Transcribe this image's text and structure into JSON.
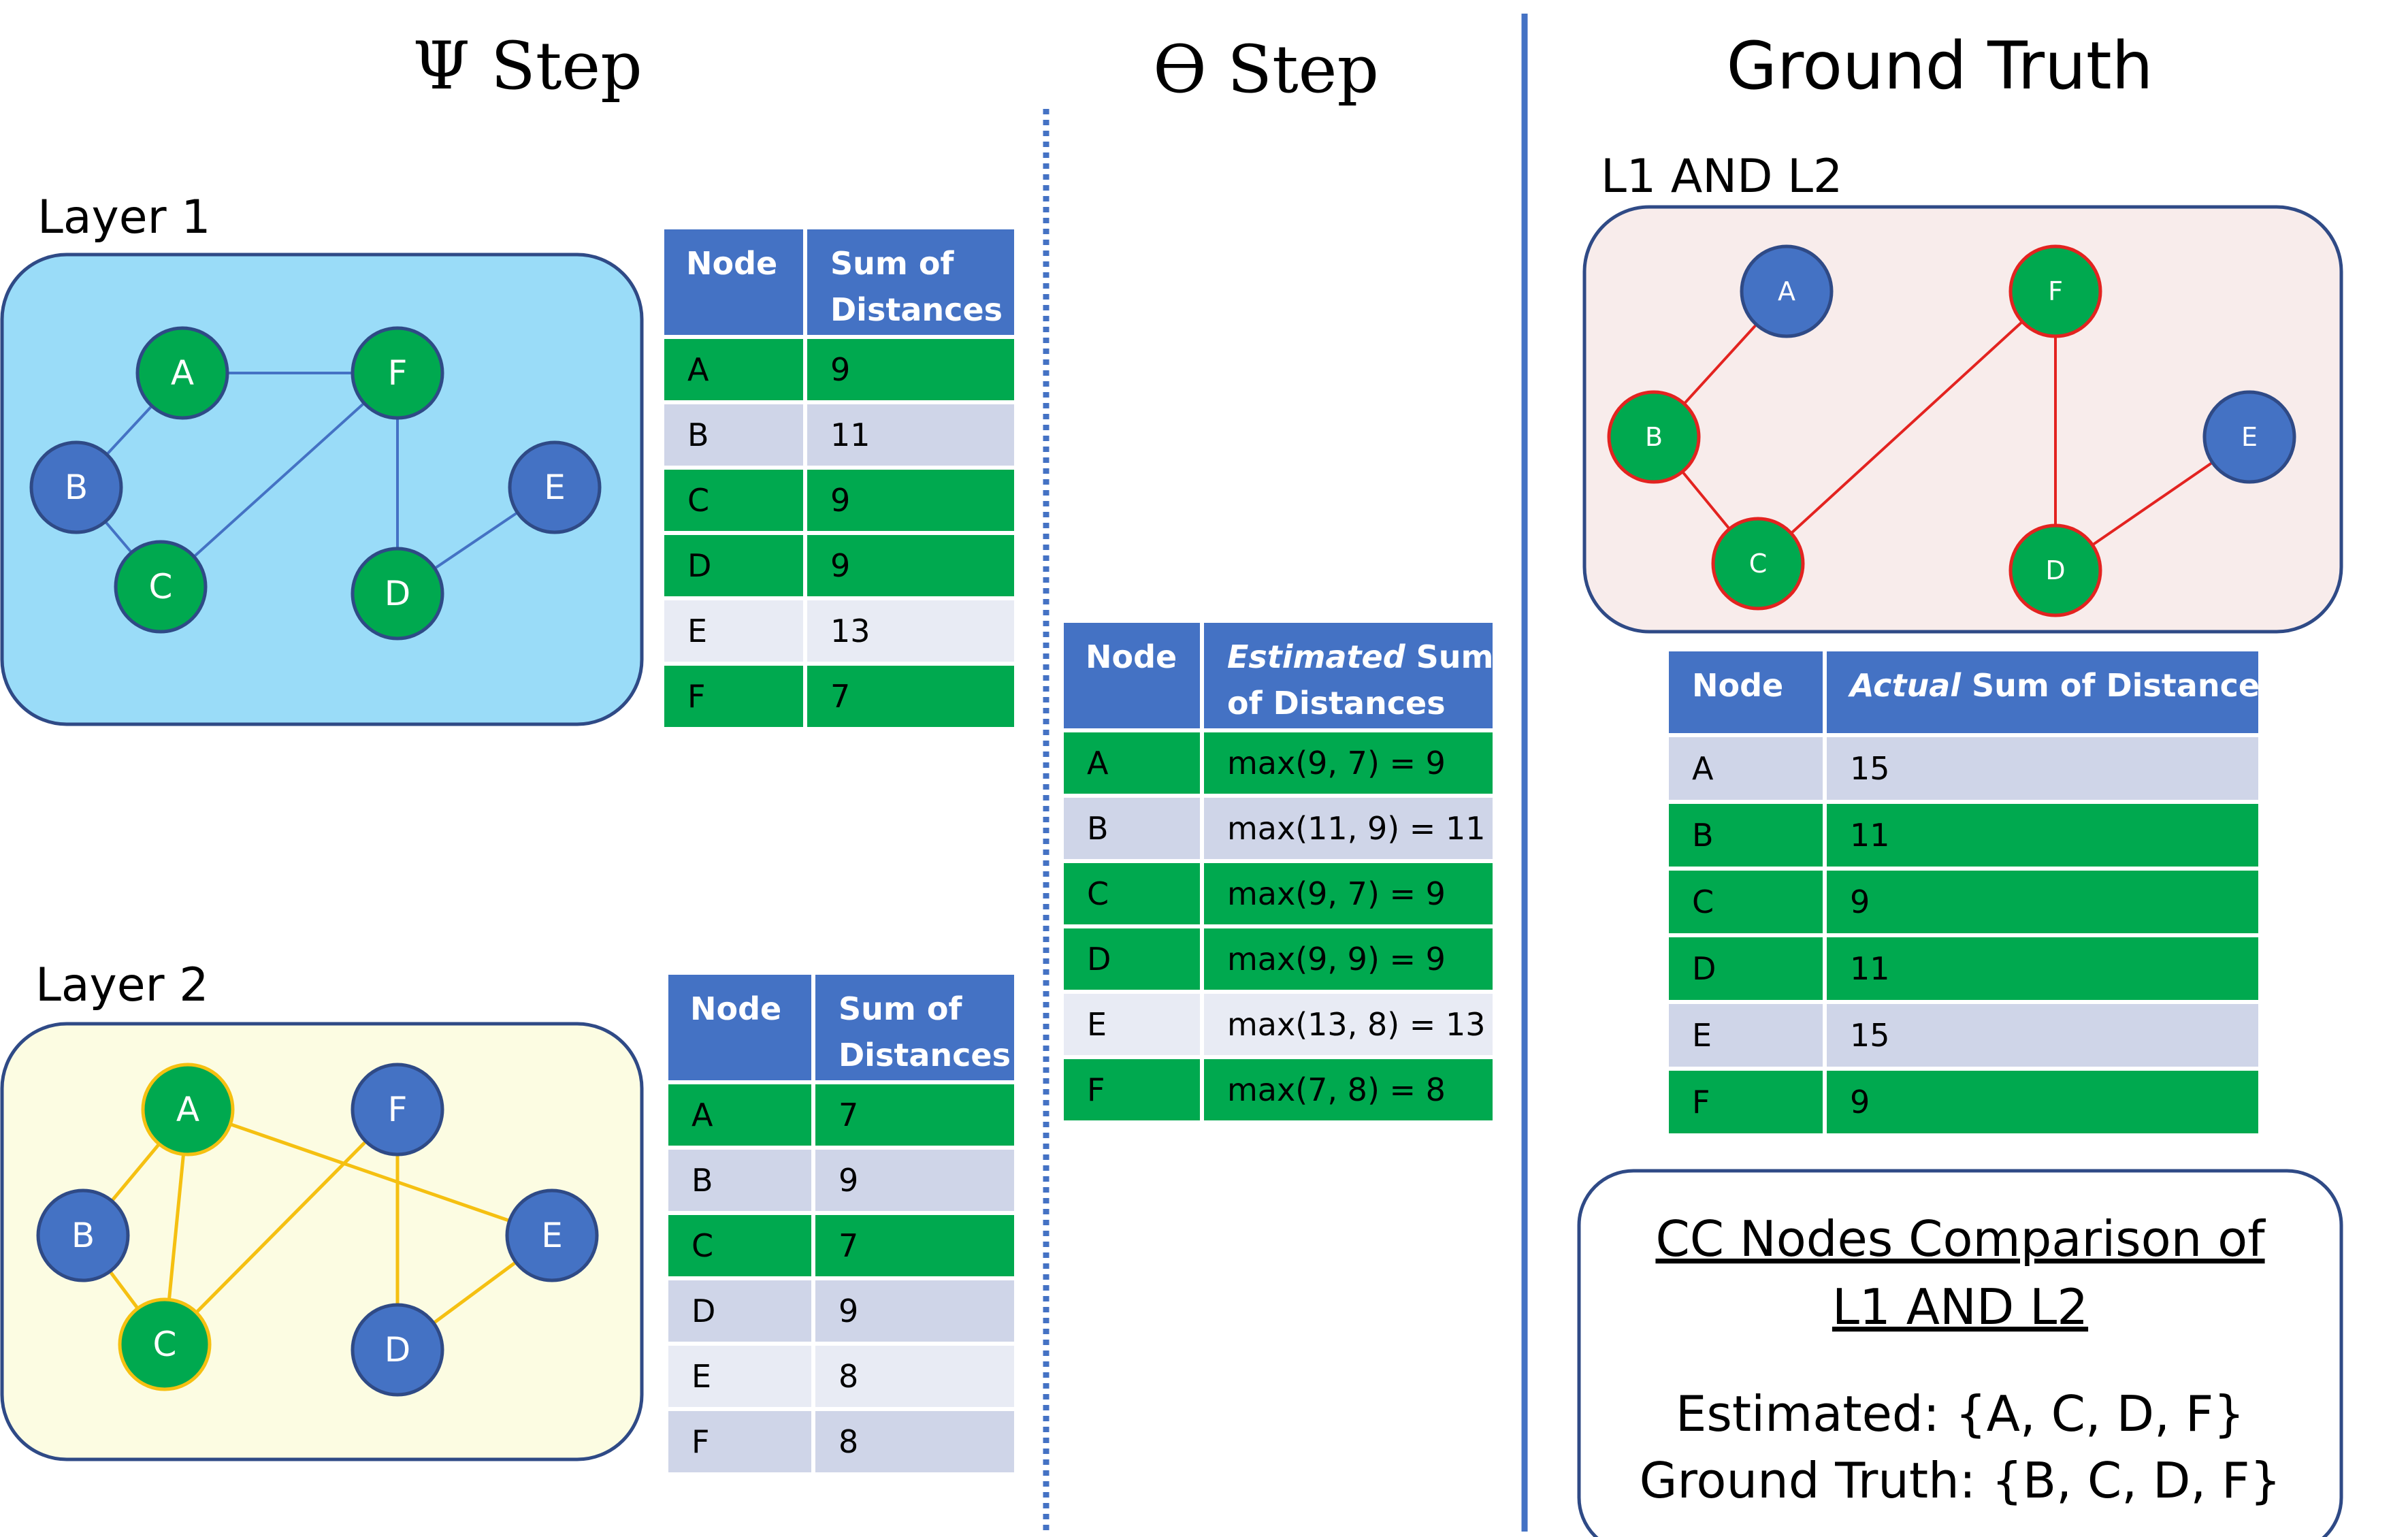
{
  "headings": {
    "psi": "Ψ Step",
    "theta": "ϴ Step",
    "ground_truth": "Ground Truth"
  },
  "colors": {
    "node_blue": "#4472c4",
    "node_green": "#00a94f",
    "layer1_fill": "#9adcf8",
    "layer2_fill": "#fcfce2",
    "gt_fill": "#f8eceb",
    "layer1_edge": "#4472c4",
    "layer2_edge": "#f5c011",
    "gt_edge": "#e32320",
    "table_header": "#4472c4",
    "row_light": "#e8ebf4",
    "row_mid": "#cfd5e8"
  },
  "layer1": {
    "label": "Layer 1",
    "nodes": [
      {
        "id": "A",
        "green": true
      },
      {
        "id": "F",
        "green": true
      },
      {
        "id": "B",
        "green": false
      },
      {
        "id": "E",
        "green": false
      },
      {
        "id": "C",
        "green": true
      },
      {
        "id": "D",
        "green": true
      }
    ],
    "edges": [
      [
        "A",
        "F"
      ],
      [
        "A",
        "B"
      ],
      [
        "B",
        "C"
      ],
      [
        "C",
        "F"
      ],
      [
        "F",
        "D"
      ],
      [
        "D",
        "E"
      ]
    ],
    "table": {
      "headers": [
        "Node",
        "Sum of",
        "Distances"
      ],
      "rows": [
        {
          "node": "A",
          "value": "9",
          "highlight": true
        },
        {
          "node": "B",
          "value": "11",
          "highlight": false
        },
        {
          "node": "C",
          "value": "9",
          "highlight": true
        },
        {
          "node": "D",
          "value": "9",
          "highlight": true
        },
        {
          "node": "E",
          "value": "13",
          "highlight": false
        },
        {
          "node": "F",
          "value": "7",
          "highlight": true
        }
      ]
    }
  },
  "layer2": {
    "label": "Layer 2",
    "nodes": [
      {
        "id": "A",
        "green": true
      },
      {
        "id": "F",
        "green": false
      },
      {
        "id": "B",
        "green": false
      },
      {
        "id": "E",
        "green": false
      },
      {
        "id": "C",
        "green": true
      },
      {
        "id": "D",
        "green": false
      }
    ],
    "edges": [
      [
        "A",
        "B"
      ],
      [
        "A",
        "C"
      ],
      [
        "A",
        "E"
      ],
      [
        "B",
        "C"
      ],
      [
        "C",
        "F"
      ],
      [
        "F",
        "D"
      ],
      [
        "D",
        "E"
      ]
    ],
    "table": {
      "headers": [
        "Node",
        "Sum of",
        "Distances"
      ],
      "rows": [
        {
          "node": "A",
          "value": "7",
          "highlight": true
        },
        {
          "node": "B",
          "value": "9",
          "highlight": false
        },
        {
          "node": "C",
          "value": "7",
          "highlight": true
        },
        {
          "node": "D",
          "value": "9",
          "highlight": false
        },
        {
          "node": "E",
          "value": "8",
          "highlight": false
        },
        {
          "node": "F",
          "value": "8",
          "highlight": false
        }
      ]
    }
  },
  "theta_table": {
    "headers": [
      "Node",
      "Estimated",
      " Sum",
      "of Distances"
    ],
    "rows": [
      {
        "node": "A",
        "value": "max(9, 7) = 9",
        "highlight": true
      },
      {
        "node": "B",
        "value": "max(11, 9) = 11",
        "highlight": false
      },
      {
        "node": "C",
        "value": "max(9, 7) = 9",
        "highlight": true
      },
      {
        "node": "D",
        "value": "max(9, 9) = 9",
        "highlight": true
      },
      {
        "node": "E",
        "value": "max(13, 8) = 13",
        "highlight": false
      },
      {
        "node": "F",
        "value": "max(7, 8) = 8",
        "highlight": true
      }
    ]
  },
  "ground_truth": {
    "label": "L1 AND L2",
    "nodes": [
      {
        "id": "A",
        "green": false
      },
      {
        "id": "F",
        "green": true
      },
      {
        "id": "B",
        "green": true
      },
      {
        "id": "E",
        "green": false
      },
      {
        "id": "C",
        "green": true
      },
      {
        "id": "D",
        "green": true
      }
    ],
    "edges": [
      [
        "A",
        "B"
      ],
      [
        "B",
        "C"
      ],
      [
        "C",
        "F"
      ],
      [
        "F",
        "D"
      ],
      [
        "D",
        "E"
      ]
    ],
    "table": {
      "headers": [
        "Node",
        "Actual",
        " Sum of Distances"
      ],
      "rows": [
        {
          "node": "A",
          "value": "15",
          "highlight": false
        },
        {
          "node": "B",
          "value": "11",
          "highlight": true
        },
        {
          "node": "C",
          "value": "9",
          "highlight": true
        },
        {
          "node": "D",
          "value": "11",
          "highlight": true
        },
        {
          "node": "E",
          "value": "15",
          "highlight": false
        },
        {
          "node": "F",
          "value": "9",
          "highlight": true
        }
      ]
    }
  },
  "comparison": {
    "title_line1": "CC Nodes Comparison of",
    "title_line2": "L1 AND L2",
    "estimated": "Estimated: {A, C, D, F}",
    "ground_truth": "Ground Truth: {B, C, D, F}"
  }
}
